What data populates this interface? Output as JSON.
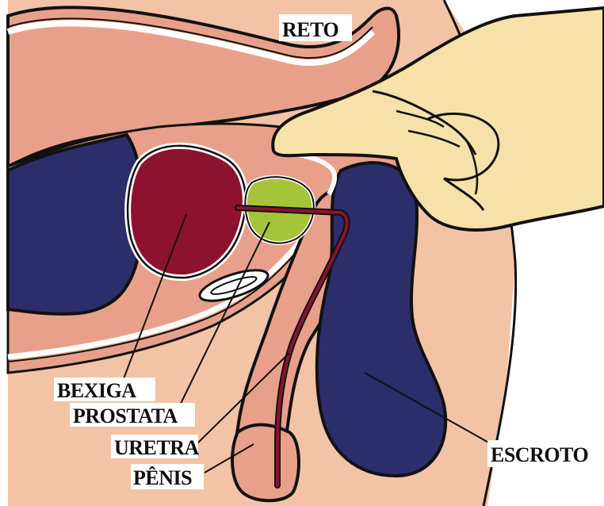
{
  "labels": {
    "rectum": "RETO",
    "bladder": "BEXIGA",
    "prostate": "PROSTATA",
    "urethra": "URETRA",
    "penis": "PÊNIS",
    "scrotum": "ESCROTO"
  },
  "colors": {
    "background_skin": "#f3c3a6",
    "organ_salmon": "#e9a08a",
    "hand": "#f6e2a8",
    "bladder": "#8c1230",
    "prostate": "#a6c43a",
    "scrotum": "#2c2d6b",
    "urethra": "#8c1230",
    "outline": "#111111",
    "wall": "#ffffff"
  }
}
